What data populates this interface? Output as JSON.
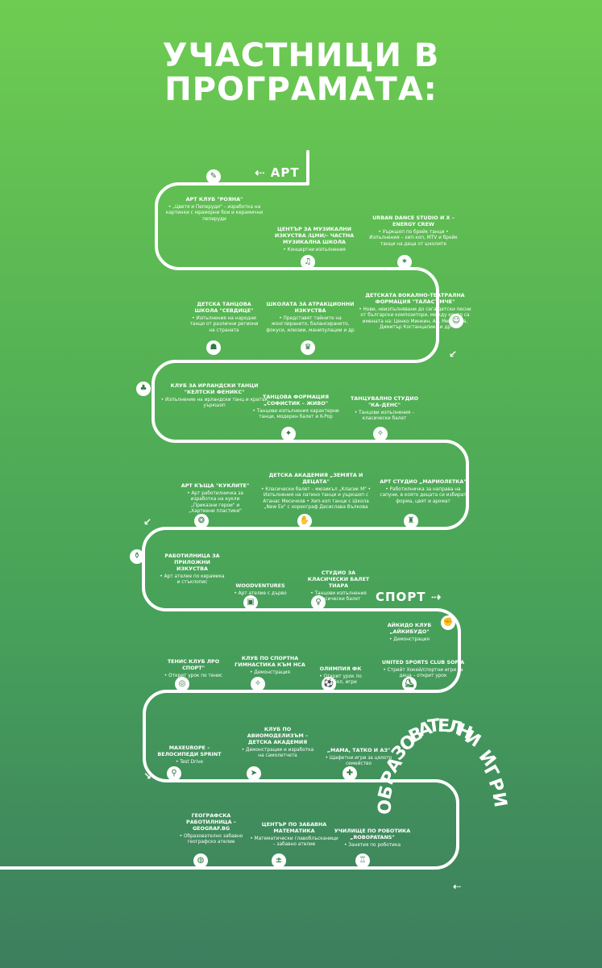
{
  "title": [
    "УЧАСТНИЦИ В",
    "ПРОГРАМАТА:"
  ],
  "sections": {
    "art": "АРТ",
    "sport": "СПОРТ",
    "edu": [
      "О",
      "Б",
      "Р",
      "А",
      "З",
      "О",
      "В",
      "А",
      "Т",
      "Е",
      "Л",
      "Н",
      "И",
      " ",
      "И",
      "Г",
      "Р",
      "И"
    ]
  },
  "events": [
    {
      "t": "АРТ КЛУБ \"РОЯНА\"",
      "d": "• „Цветя и Пеперуди\" – изработка на картинки с мраморни бои и керамични пеперуди",
      "icon": "paint-brush-icon",
      "g": "✎"
    },
    {
      "t": "ЦЕНТЪР ЗА МУЗИКАЛНИ ИЗКУСТВА /ЦМИ/– ЧАСТНА МУЗИКАЛНА ШКОЛА",
      "d": "• Концертни изпълнения",
      "icon": "music-note-icon",
      "g": "♫"
    },
    {
      "t": "URBAN DANCE STUDIO И X – ENERGY CREW",
      "d": "• Уъркшоп по брейк танци • Изпълнения – хип-хоп, MTV и брейк танци на деца от школите",
      "icon": "breakdance-icon",
      "g": "✶"
    },
    {
      "t": "ДЕТСКАТА ВОКАЛНО-ТЕАТРАЛНА ФОРМАЦИЯ \"ТАЛАСЪМЧЕ\"",
      "d": "• Нови, неизпълнявани до сега детски песни от български композитори, между които са имената на: Ценко Минкин, Ал. Михайлов, Димитър Костанцалиев и др",
      "icon": "theatre-masks-icon",
      "g": "☺"
    },
    {
      "t": "ШКОЛАТА ЗА АТРАКЦИОННИ ИЗКУСТВА",
      "d": "• Представят тайните на жонглирането, балансирането, фокуси, илюзии, манипулации и др",
      "icon": "magic-hat-icon",
      "g": "♛"
    },
    {
      "t": "ДЕТСКА ТАНЦОВА ШКОЛА \"СЕВДИЦЕ\"",
      "d": "• Изпълнения на народни танци от различни региони на страната",
      "icon": "folk-dance-icon",
      "g": "☗"
    },
    {
      "t": "КЛУБ ЗА ИРЛАНДСКИ ТАНЦИ \"КЕЛТСКИ ФЕНИКС\"",
      "d": "• Изпълнение на ирландски танц и кратък уъркшоп",
      "icon": "shamrock-icon",
      "g": "♣"
    },
    {
      "t": "ТАНЦОВА ФОРМАЦИЯ „СОФИСТИК – ЖИВО\"",
      "d": "• Танцови изпълнения характерни танци, модерен балет и K-Pop",
      "icon": "dancer-icon",
      "g": "✦"
    },
    {
      "t": "ТАНЦУВАЛНО СТУДИО \"КА–ДЕНС\"",
      "d": "• Танцови изпълнения – класически балет",
      "icon": "ballet-icon",
      "g": "✧"
    },
    {
      "t": "АРТ КЪЩА \"КУКЛИТЕ\"",
      "d": "• Арт работилничка за изработка на кукли „Приказни герои\" и „Хартиени пластики\"",
      "icon": "puppet-icon",
      "g": "❂"
    },
    {
      "t": "ДЕТСКА АКАДЕМИЯ „ЗЕМЯТА И ДЕЦАТА\"",
      "d": "• Класически балет – мюзикъл „Класик М\" • Изпълнения на латино танци и уъркшоп с Атанас Месечков • Хип-хоп танци с Школа „New Ex\" с хореограф Десислава Вълкова",
      "icon": "hand-print-icon",
      "g": "✋"
    },
    {
      "t": "АРТ СТУДИО „МАРИОЛЕТКА\"",
      "d": "• Работилничка за направа на сапуни, в която децата си избират форма, цвят и аромат",
      "icon": "soap-bottle-icon",
      "g": "♜"
    },
    {
      "t": "РАБОТИЛНИЦА ЗА ПРИЛОЖНИ ИЗКУСТВА",
      "d": "• Арт ателие по керамика и стъклопис",
      "icon": "pottery-icon",
      "g": "⚱"
    },
    {
      "t": "WOODVENTURES",
      "d": "• Арт ателие с дърво",
      "icon": "wood-icon",
      "g": "▣"
    },
    {
      "t": "СТУДИО ЗА КЛАСИЧЕСКИ БАЛЕТ ТИАРА",
      "d": "• Танцови изпълнения класически балет",
      "icon": "ballerina-icon",
      "g": "♀"
    },
    {
      "t": "АЙКИДО КЛУБ „АЙКИБУДО\"",
      "d": "• Демонстрация",
      "icon": "martial-arts-icon",
      "g": "✊"
    },
    {
      "t": "UNITED SPORTS CLUB SOFIA",
      "d": "• Стрийт Хокей/спортни игри за деца – открит урок",
      "icon": "hockey-icon",
      "g": "⛸"
    },
    {
      "t": "ОЛИМПИЯ ФК",
      "d": "• Открит урок по футбол, игри",
      "icon": "football-icon",
      "g": "⚽"
    },
    {
      "t": "КЛУБ ПО СПОРТНА ГИМНАСТИКА КЪМ НСА",
      "d": "• Демонстрация",
      "icon": "gymnast-icon",
      "g": "✧"
    },
    {
      "t": "ТЕНИС КЛУБ ЛРО СПОРТ\"",
      "d": "• Открит урок по тенис",
      "icon": "tennis-ball-icon",
      "g": "◎"
    },
    {
      "t": "MAXEUROPE – ВЕЛОСИПЕДИ SPRINT",
      "d": "• Test Drive",
      "icon": "bicycle-icon",
      "g": "⚲"
    },
    {
      "t": "КЛУБ ПО АВИОМОДЕЛИЗЪМ – ДЕТСКА АКАДЕМИЯ",
      "d": "• Демонстрации и изработка на самолетчета",
      "icon": "paper-plane-icon",
      "g": "➤"
    },
    {
      "t": "„МАМА, ТАТКО И АЗ\"",
      "d": "• Щафетни игри за цялото семейство",
      "icon": "gamepad-icon",
      "g": "✚"
    },
    {
      "t": "ГЕОГРАФСКА РАБОТИЛНИЦА – GEOGRAF.BG",
      "d": "• Образователно забавно географско ателие",
      "icon": "globe-icon",
      "g": "◍"
    },
    {
      "t": "ЦЕНТЪР ПО ЗАБАВНА МАТЕМАТИКА",
      "d": "• Математически главоблъсканици – забавно ателие",
      "icon": "math-icon",
      "g": "±"
    },
    {
      "t": "УЧИЛИЩЕ ПО РОБОТИКА „ROBOPATANS\"",
      "d": "• Занятия по роботика",
      "icon": "robot-icon",
      "g": "♖"
    }
  ]
}
